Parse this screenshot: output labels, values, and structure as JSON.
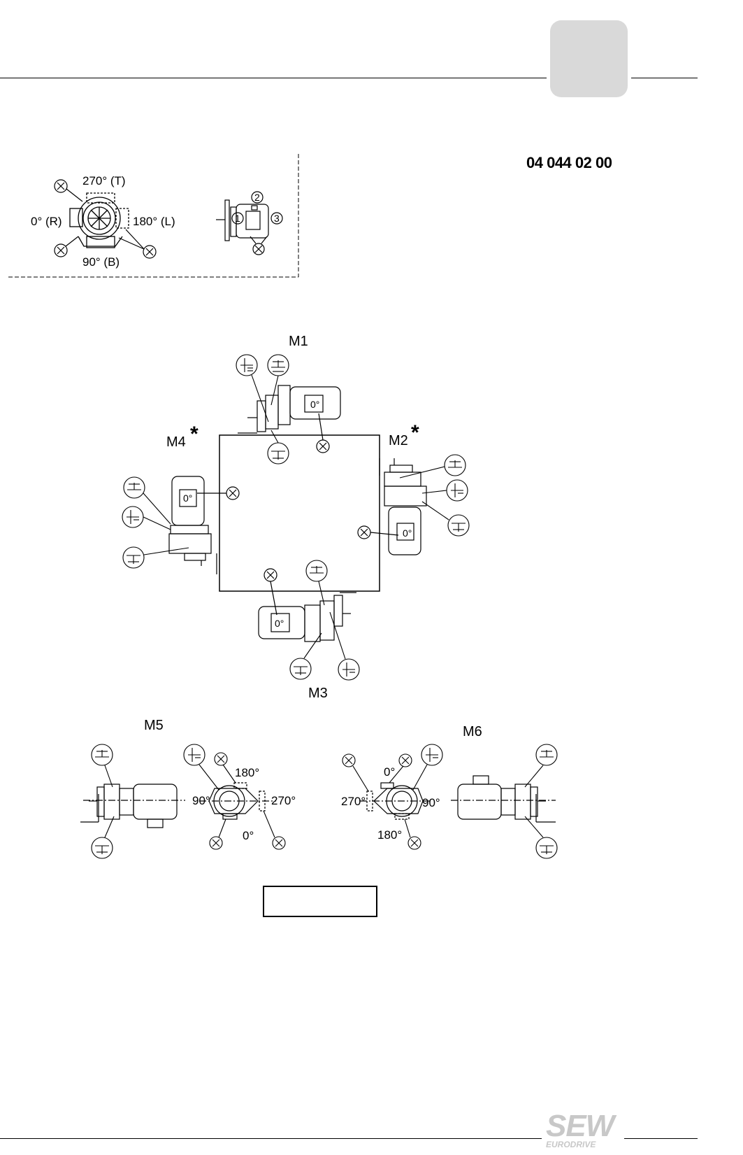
{
  "header": {
    "document_code": "04 044 02 00"
  },
  "legend": {
    "angle_top": "270° (T)",
    "angle_left": "0° (R)",
    "angle_right": "180° (L)",
    "angle_bottom": "90° (B)",
    "x_marker": "X",
    "position_numbers": [
      "1",
      "2",
      "3"
    ]
  },
  "mounting_positions": {
    "m1": "M1",
    "m2": "M2",
    "m3": "M3",
    "m4": "M4",
    "m5": "M5",
    "m6": "M6",
    "asterisk": "*",
    "motor_angle": "0°"
  },
  "m5_angles": {
    "top": "180°",
    "left": "90°",
    "right": "270°",
    "bottom": "0°"
  },
  "m6_angles": {
    "top": "0°",
    "left": "270°",
    "right": "90°",
    "bottom": "180°"
  },
  "footer": {
    "logo_main": "SEW",
    "logo_sub": "EURODRIVE"
  },
  "colors": {
    "tab": "#d9d9d9",
    "logo": "#c8c8c8",
    "line": "#000000"
  },
  "icons": [
    "x-marker-icon",
    "breather-valve-icon",
    "oil-level-icon",
    "drain-plug-icon"
  ]
}
